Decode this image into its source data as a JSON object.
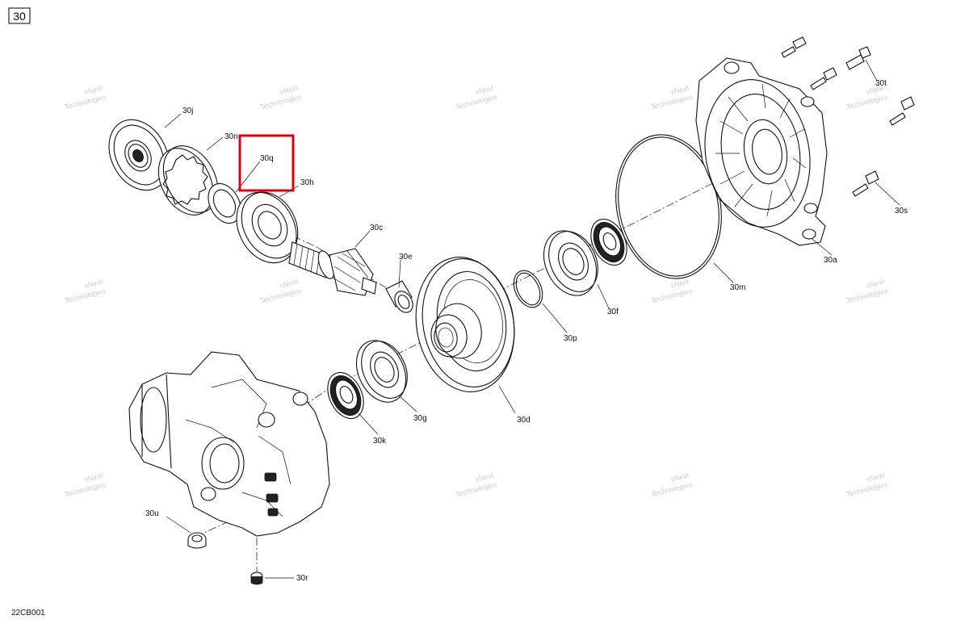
{
  "figure": {
    "page_number": "30",
    "drawing_code": "22CB001",
    "highlight_color": "#e0000a",
    "highlighted_part": "30q"
  },
  "watermark": {
    "line1": "vNext",
    "line2": "Technologies"
  },
  "callouts": {
    "p30a": "30a",
    "p30c": "30c",
    "p30d": "30d",
    "p30e": "30e",
    "p30f": "30f",
    "p30g": "30g",
    "p30h": "30h",
    "p30j": "30j",
    "p30k": "30k",
    "p30m": "30m",
    "p30n": "30n",
    "p30p": "30p",
    "p30q": "30q",
    "p30r": "30r",
    "p30s": "30s",
    "p30t": "30t",
    "p30u": "30u"
  }
}
